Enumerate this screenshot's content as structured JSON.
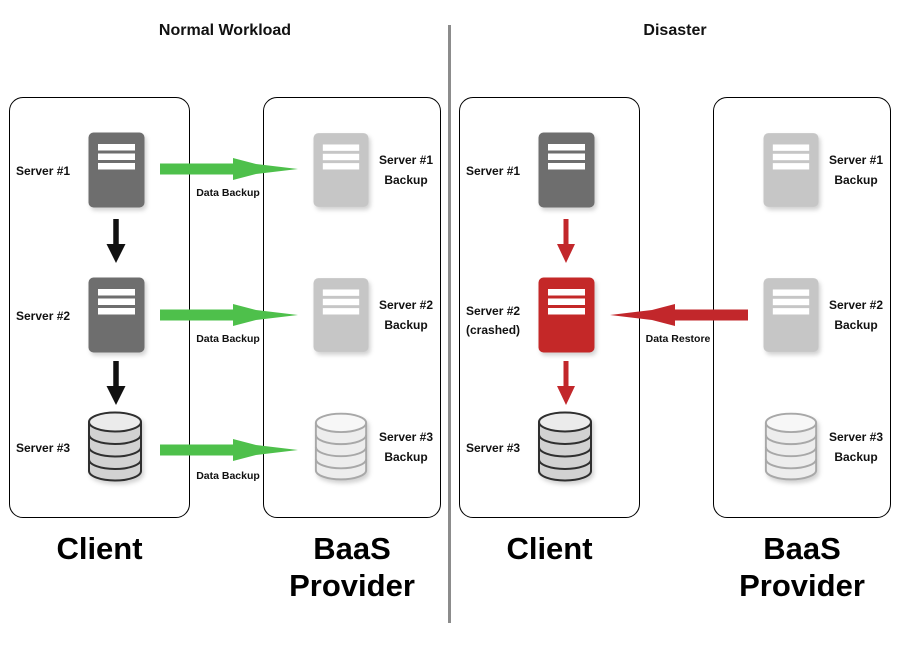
{
  "colors": {
    "accent_green": "#4ec04b",
    "accent_red": "#c2272b",
    "server_gray": "#6e6e6e",
    "backup_gray": "#c6c6c6",
    "crashed_red": "#c42828",
    "arrow_black": "#111111",
    "divider_gray": "#8c8c8c"
  },
  "normal": {
    "title": "Normal Workload",
    "client": {
      "label": "Client",
      "servers": [
        {
          "name": "Server #1"
        },
        {
          "name": "Server #2"
        },
        {
          "name": "Server #3"
        }
      ]
    },
    "provider": {
      "label_line1": "BaaS",
      "label_line2": "Provider",
      "backups": [
        {
          "line1": "Server #1",
          "line2": "Backup"
        },
        {
          "line1": "Server #2",
          "line2": "Backup"
        },
        {
          "line1": "Server #3",
          "line2": "Backup"
        }
      ]
    },
    "flow_labels": [
      "Data Backup",
      "Data Backup",
      "Data Backup"
    ]
  },
  "disaster": {
    "title": "Disaster",
    "client": {
      "label": "Client",
      "servers": [
        {
          "name": "Server #1"
        },
        {
          "name": "Server #2",
          "note": "(crashed)"
        },
        {
          "name": "Server #3"
        }
      ]
    },
    "provider": {
      "label_line1": "BaaS",
      "label_line2": "Provider",
      "backups": [
        {
          "line1": "Server #1",
          "line2": "Backup"
        },
        {
          "line1": "Server #2",
          "line2": "Backup"
        },
        {
          "line1": "Server #3",
          "line2": "Backup"
        }
      ]
    },
    "flow_labels": [
      "Data Restore"
    ]
  }
}
